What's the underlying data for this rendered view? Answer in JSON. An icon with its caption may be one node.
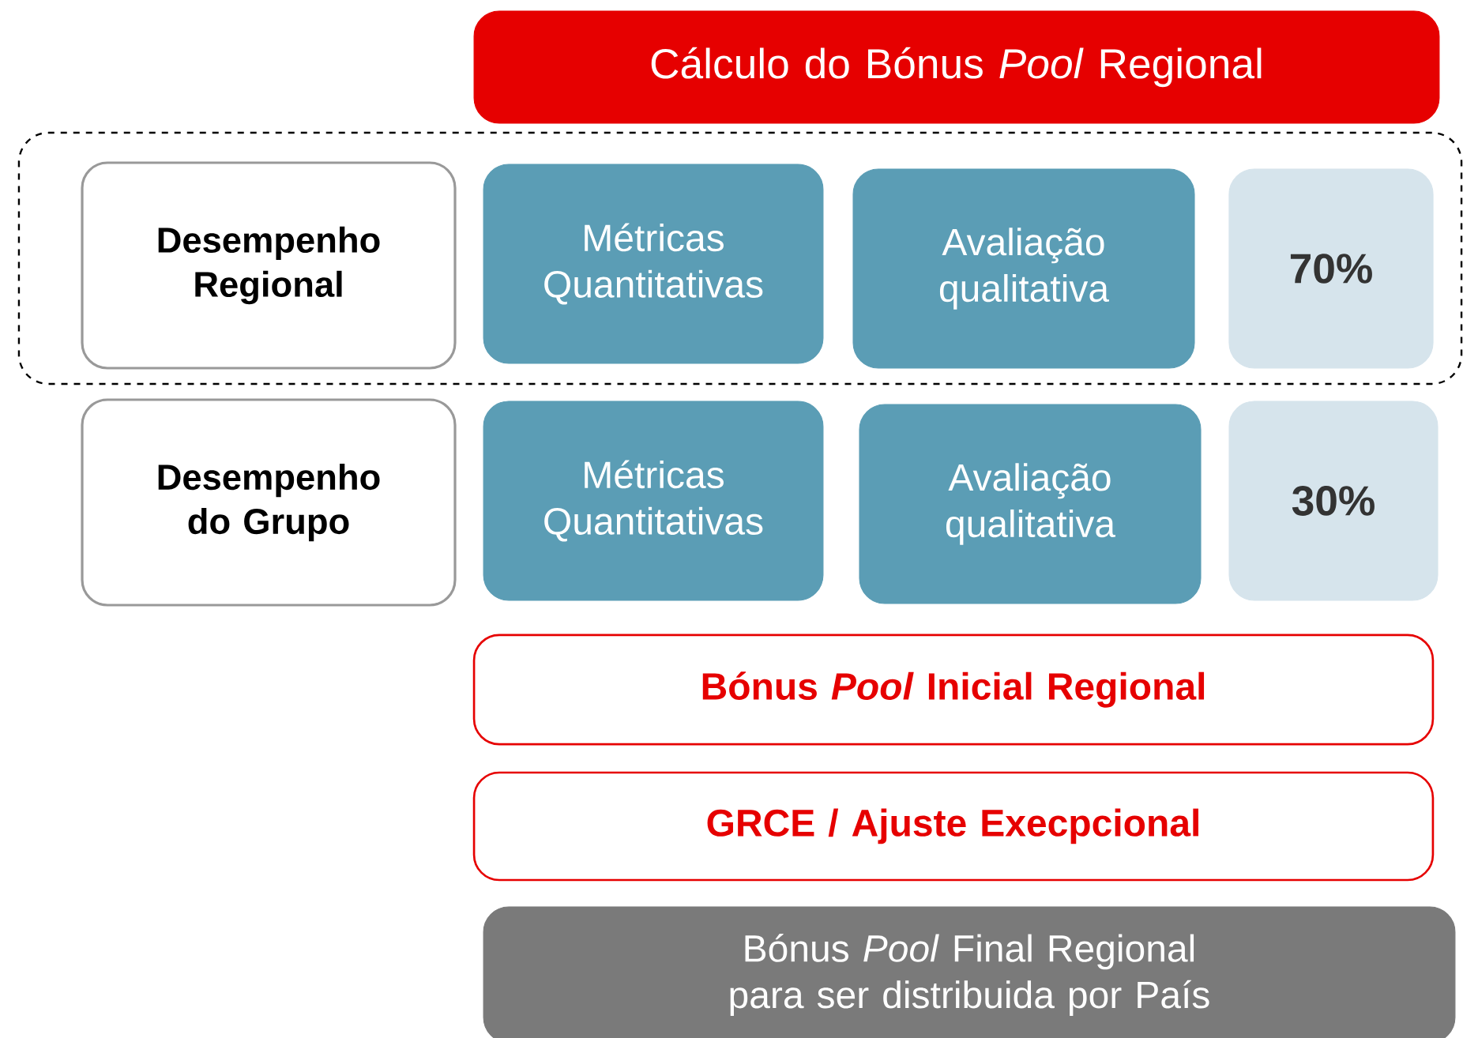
{
  "diagram": {
    "nodes": [
      {
        "text": [
          "Cálculo do Bónus *Pool* Regional"
        ]
      },
      {
        "text": [],
        "shape": "box"
      },
      {
        "text": [
          "Desempenho Regional"
        ],
        "in": 1
      },
      {
        "text": [
          "Métricas Quantitativas"
        ],
        "in": 1
      },
      {
        "text": [
          "Avaliação qualitativa"
        ],
        "in": 1
      },
      {
        "text": [
          "70%"
        ],
        "in": 1
      },
      {
        "text": [
          "Desempenho do Grupo"
        ]
      },
      {
        "text": [
          "Métricas Quantitativas"
        ]
      },
      {
        "text": [
          "Avaliação qualitativa"
        ]
      },
      {
        "text": [
          "30%"
        ]
      },
      {
        "text": [
          "Bónus *Pool* Inicial Regional"
        ]
      },
      {
        "text": [
          "GRCE / Ajuste Execpcional"
        ]
      },
      {
        "text": [
          "Bónus *Pool* Final Regional para ser distribuida por País"
        ]
      }
    ]
  }
}
